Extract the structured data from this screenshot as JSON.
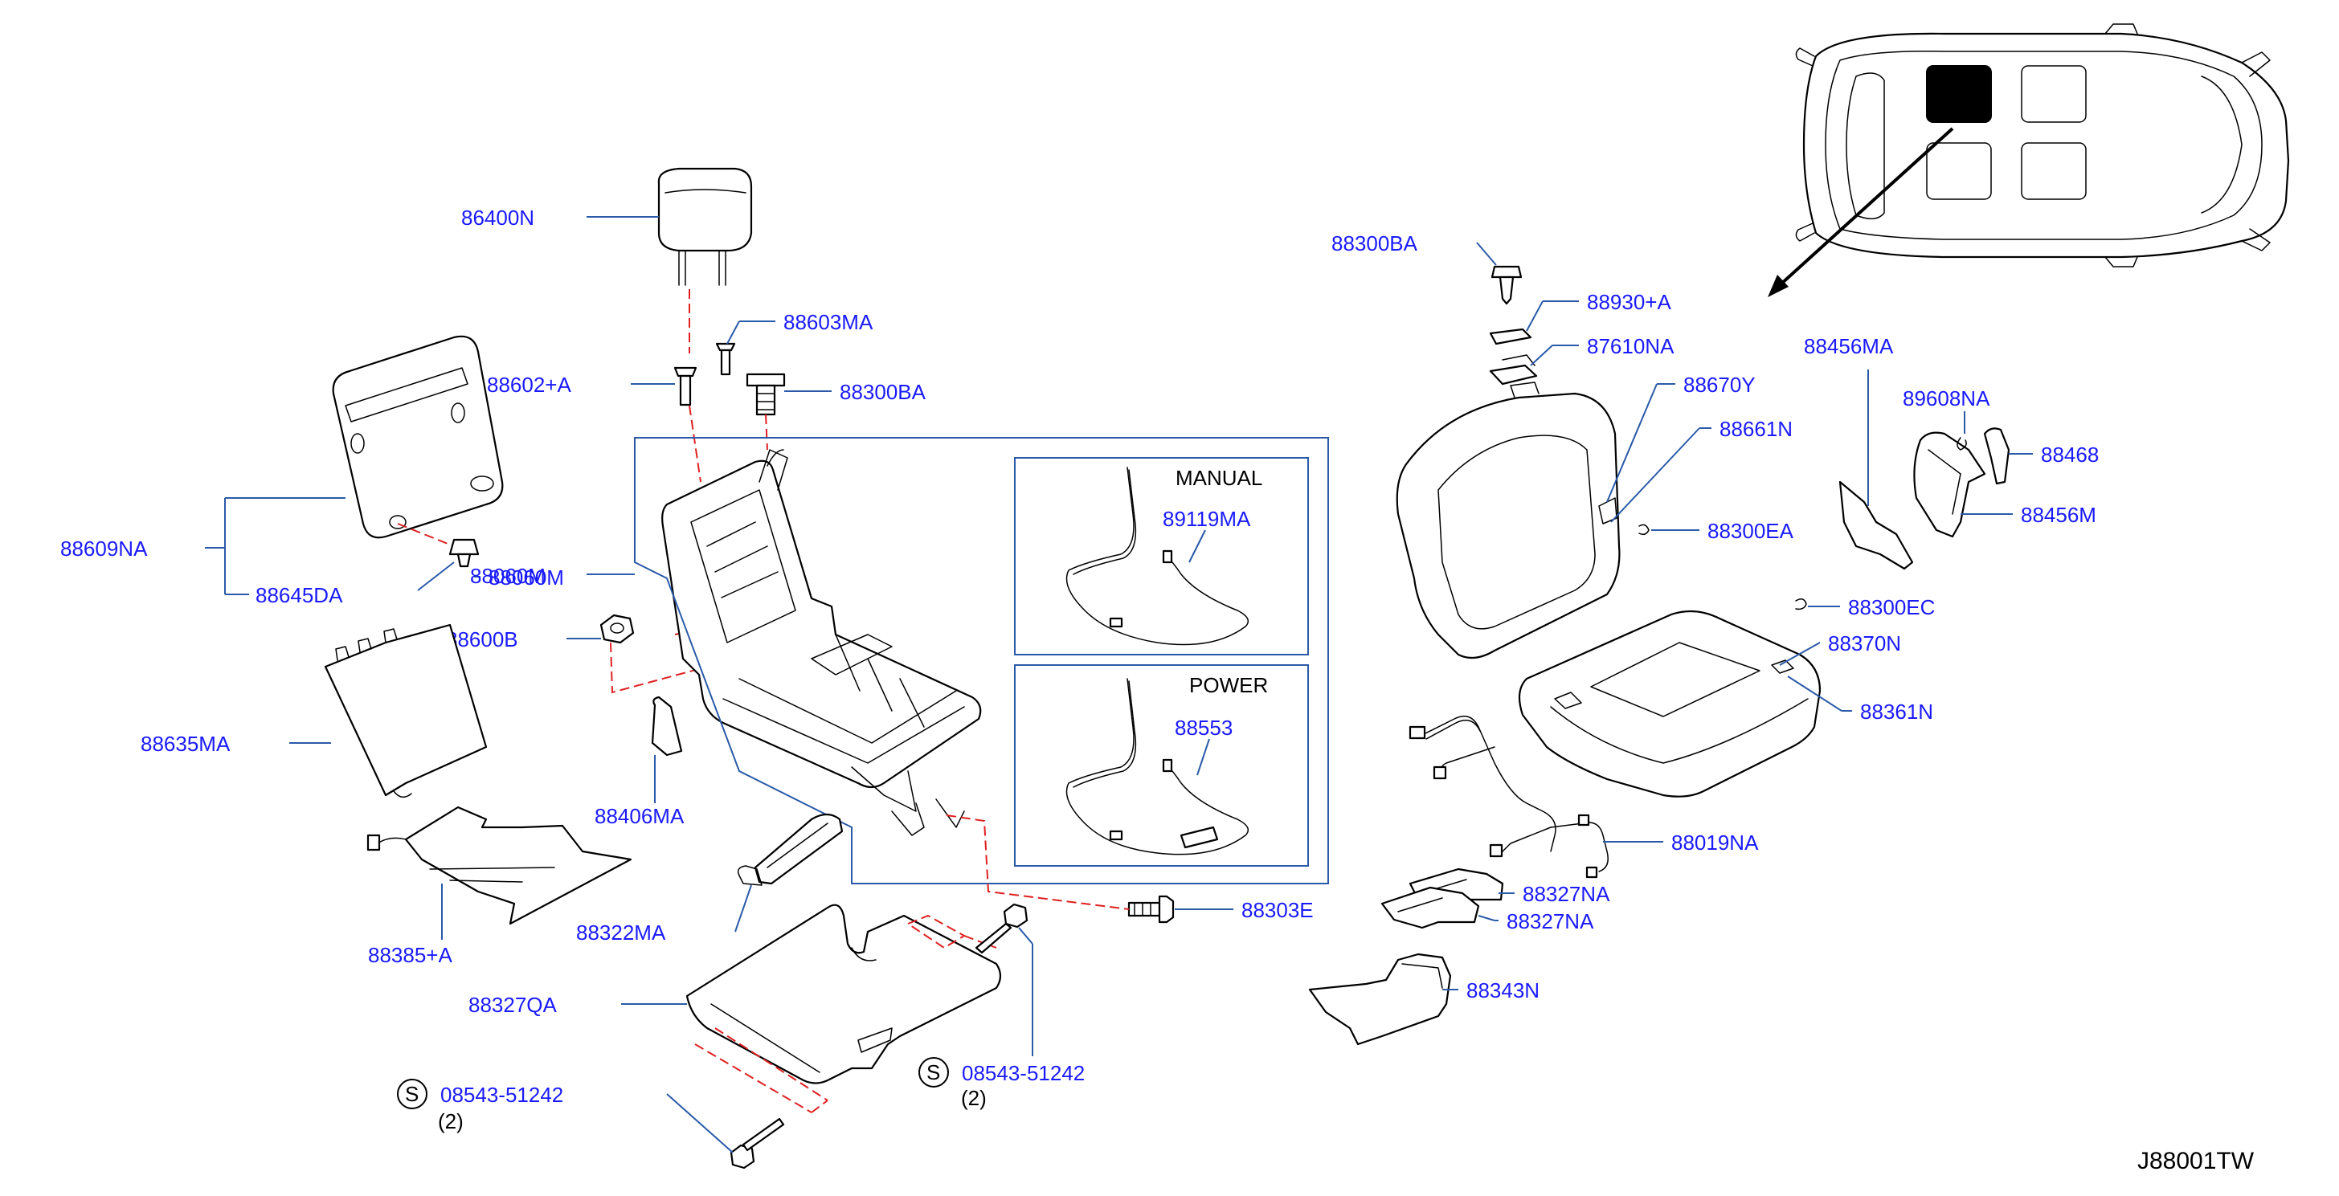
{
  "diagram_code": "J88001TW",
  "insets": {
    "manual_label": "MANUAL",
    "power_label": "POWER"
  },
  "standard_part": {
    "symbol": "S",
    "number": "08543-51242",
    "qty": "(2)"
  },
  "parts": {
    "p86400N": "86400N",
    "p88603MA": "88603MA",
    "p88602A": "88602+A",
    "p88300BA_left": "88300BA",
    "p88609NA": "88609NA",
    "p88645DA": "88645DA",
    "p88060M": "88060M",
    "p88600B": "88600B",
    "p88635MA": "88635MA",
    "p88406MA": "88406MA",
    "p88385A": "88385+A",
    "p88322MA": "88322MA",
    "p88327QA": "88327QA",
    "p88303E": "88303E",
    "p89119MA": "89119MA",
    "p88553": "88553",
    "p88300BA_right": "88300BA",
    "p88930A": "88930+A",
    "p87610NA": "87610NA",
    "p88670Y": "88670Y",
    "p88661N": "88661N",
    "p88300EA": "88300EA",
    "p88456MA": "88456MA",
    "p89608NA": "89608NA",
    "p88468": "88468",
    "p88456M": "88456M",
    "p88300EC": "88300EC",
    "p88370N": "88370N",
    "p88361N": "88361N",
    "p88019NA": "88019NA",
    "p88327NA_a": "88327NA",
    "p88327NA_b": "88327NA",
    "p88343N": "88343N"
  }
}
